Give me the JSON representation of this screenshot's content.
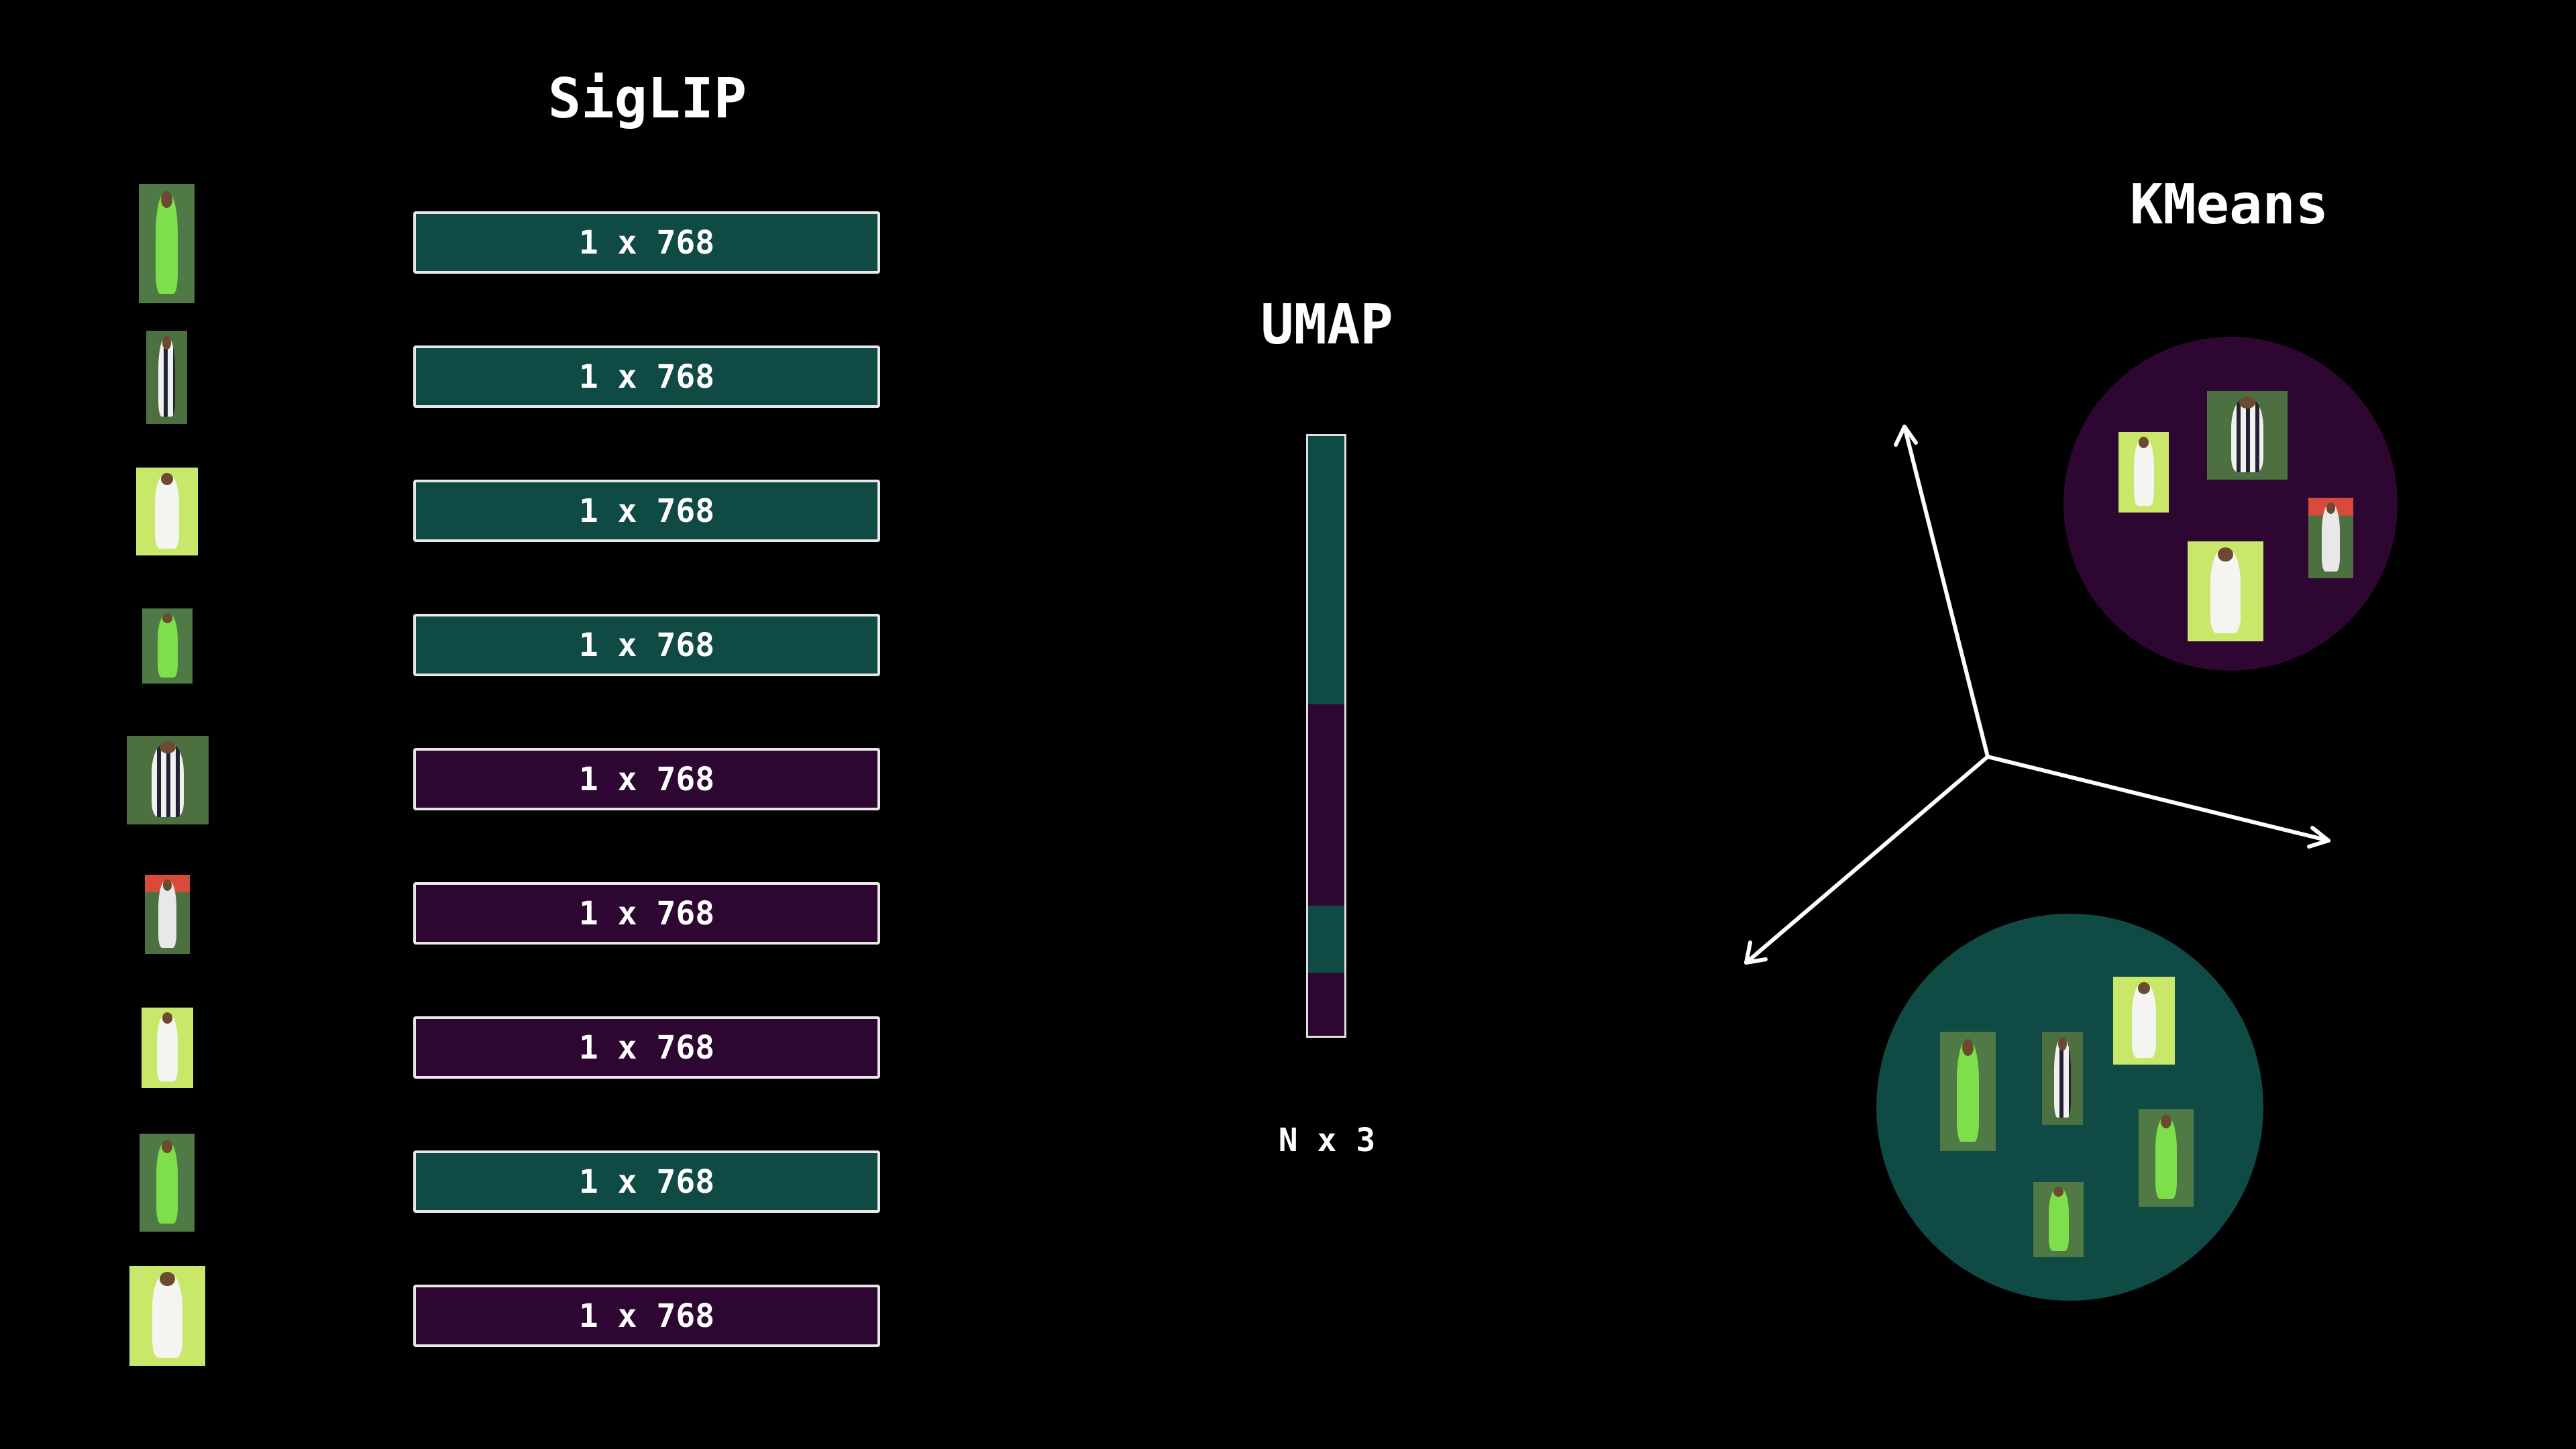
{
  "titles": {
    "siglip": "SigLIP",
    "umap": "UMAP",
    "kmeans": "KMeans"
  },
  "embeddings": [
    {
      "label": "1 x 768",
      "cluster": "teal"
    },
    {
      "label": "1 x 768",
      "cluster": "teal"
    },
    {
      "label": "1 x 768",
      "cluster": "teal"
    },
    {
      "label": "1 x 768",
      "cluster": "teal"
    },
    {
      "label": "1 x 768",
      "cluster": "purple"
    },
    {
      "label": "1 x 768",
      "cluster": "purple"
    },
    {
      "label": "1 x 768",
      "cluster": "purple"
    },
    {
      "label": "1 x 768",
      "cluster": "teal"
    },
    {
      "label": "1 x 768",
      "cluster": "purple"
    }
  ],
  "umap": {
    "output_label": "N x 3",
    "segments": [
      "teal",
      "purple",
      "teal",
      "purple"
    ]
  },
  "colors": {
    "background": "#000000",
    "teal": "#0f4a44",
    "purple": "#2e0632",
    "border": "#e8e8e8",
    "text": "#ffffff"
  },
  "player_crop_icons": [
    "player-crop-icon"
  ]
}
